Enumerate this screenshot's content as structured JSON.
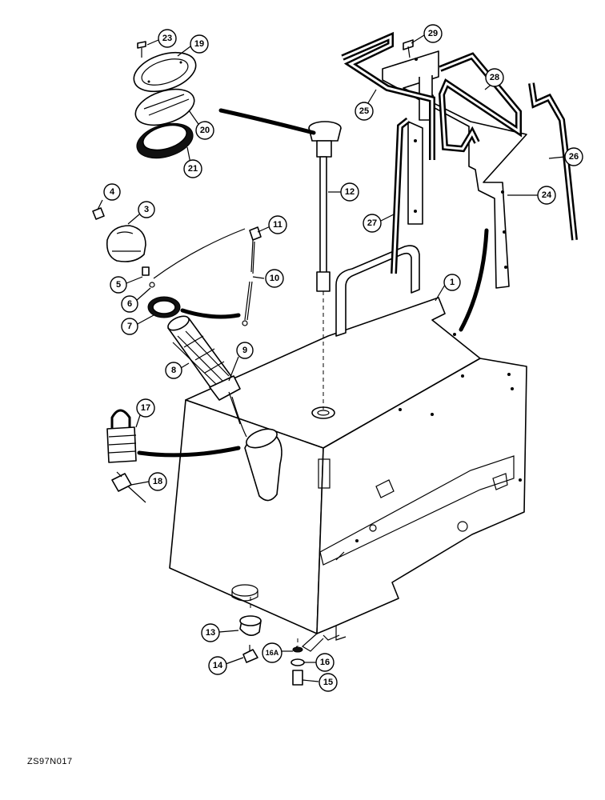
{
  "figure_code": "ZS97N017",
  "callouts": [
    "1",
    "3",
    "4",
    "5",
    "6",
    "7",
    "8",
    "9",
    "10",
    "11",
    "12",
    "13",
    "14",
    "15",
    "16",
    "16A",
    "17",
    "18",
    "19",
    "20",
    "21",
    "23",
    "24",
    "25",
    "26",
    "27",
    "28",
    "29"
  ]
}
